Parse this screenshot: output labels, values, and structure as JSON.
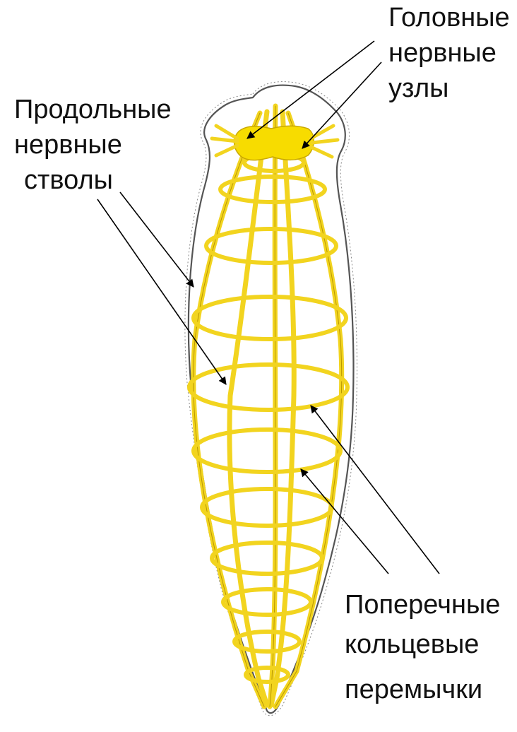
{
  "labels": {
    "head_ganglia": [
      "Головные",
      "нервные",
      "узлы"
    ],
    "longitudinal_trunks": [
      "Продольные",
      "нервные",
      "стволы"
    ],
    "transverse_connectives": [
      "Поперечные",
      "кольцевые",
      "перемычки"
    ]
  },
  "colors": {
    "nerve": "#f2d41f",
    "nerve_outline": "#b99800",
    "ganglia": "#f7dc00",
    "body_outline": "#555555",
    "pointer_line": "#000000",
    "text": "#111111"
  }
}
